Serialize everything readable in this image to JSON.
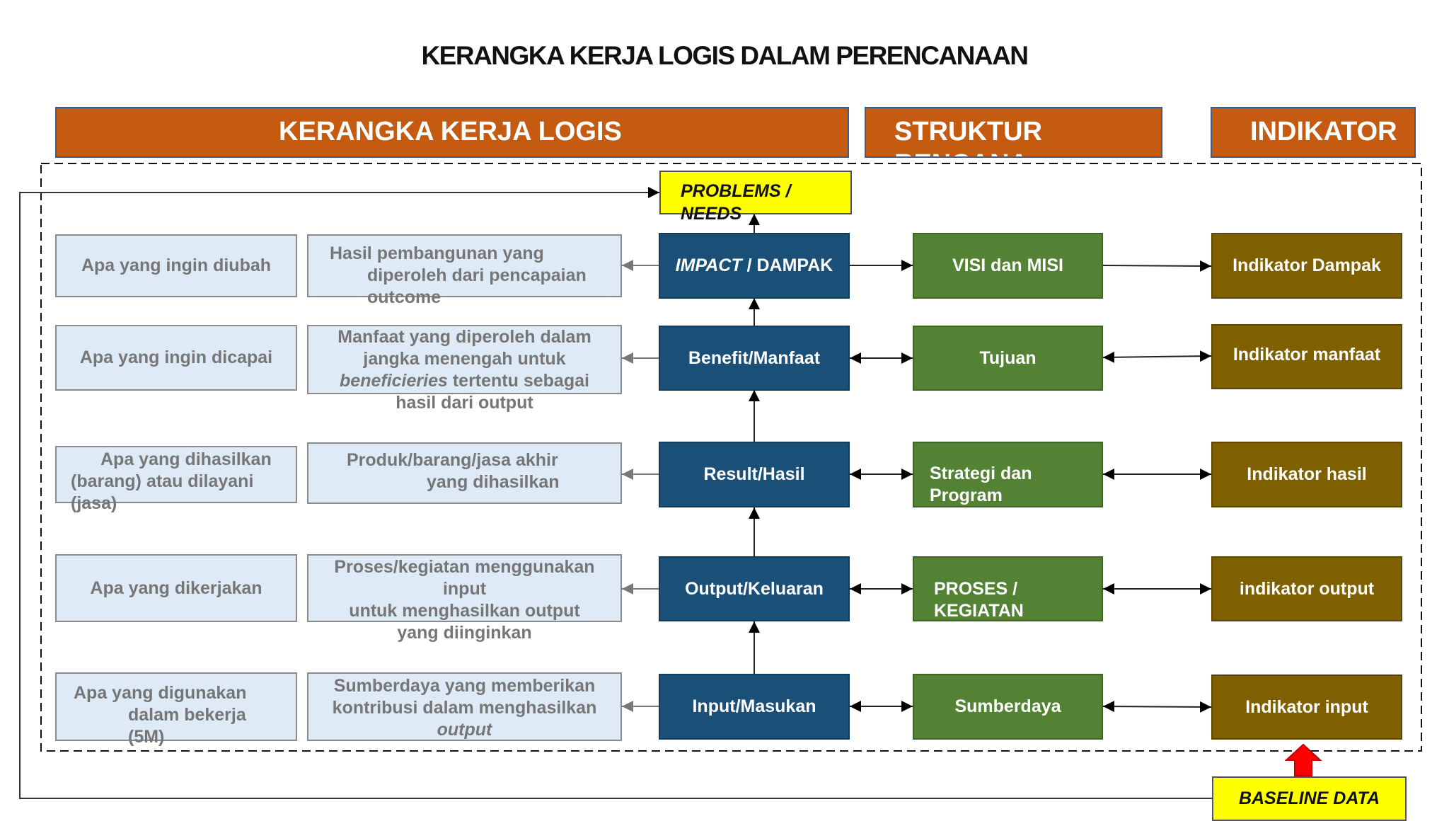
{
  "title": "KERANGKA KERJA LOGIS DALAM  PERENCANAAN",
  "headers": {
    "logis": "KERANGKA KERJA LOGIS",
    "struktur": "STRUKTUR RENCANA",
    "indikator": "INDIKATOR"
  },
  "problems": [
    "PROBLEMS /",
    "NEEDS"
  ],
  "baseline": "BASELINE DATA",
  "rows": [
    {
      "question": [
        "Apa yang ingin diubah"
      ],
      "description": [
        "Hasil pembangunan yang",
        "diperoleh  dari pencapaian",
        "outcome"
      ],
      "level": "IMPACT / DAMPAK",
      "level_em": "IMPACT",
      "level_rest": " / DAMPAK",
      "struktur": [
        "VISI dan MISI"
      ],
      "indikator": "Indikator Dampak"
    },
    {
      "question": [
        "Apa yang ingin dicapai"
      ],
      "description": [
        "Manfaat yang diperoleh dalam",
        "jangka  menengah untuk",
        "beneficieries  tertentu sebagai",
        "hasil dari output"
      ],
      "desc_em_word": "beneficieries",
      "desc_em_rest": "  tertentu sebagai",
      "level": "Benefit/Manfaat",
      "struktur": [
        "Tujuan"
      ],
      "indikator": "Indikator manfaat"
    },
    {
      "question": [
        "Apa yang dihasilkan",
        "(barang) atau dilayani",
        "(jasa)"
      ],
      "description": [
        "Produk/barang/jasa akhir",
        "yang  dihasilkan"
      ],
      "level": "Result/Hasil",
      "struktur": [
        "Strategi dan",
        "Program"
      ],
      "indikator": "Indikator hasil"
    },
    {
      "question": [
        "Apa yang dikerjakan"
      ],
      "description": [
        "Proses/kegiatan menggunakan",
        "input",
        "untuk menghasilkan output",
        "yang  diinginkan"
      ],
      "level": "Output/Keluaran",
      "struktur": [
        "PROSES /",
        "KEGIATAN"
      ],
      "indikator": "indikator output"
    },
    {
      "question": [
        "Apa yang digunakan",
        "dalam  bekerja",
        "(5M)"
      ],
      "description": [
        "Sumberdaya yang memberikan",
        "kontribusi dalam menghasilkan",
        "output"
      ],
      "level": "Input/Masukan",
      "struktur": [
        "Sumberdaya"
      ],
      "indikator": "Indikator input"
    }
  ],
  "colors": {
    "header": "#c55a11",
    "pale": "#deebf7",
    "blue": "#1a4f78",
    "green": "#548235",
    "brown": "#7f6000",
    "yellow": "#ffff00",
    "arrow_red": "#ff0000"
  }
}
